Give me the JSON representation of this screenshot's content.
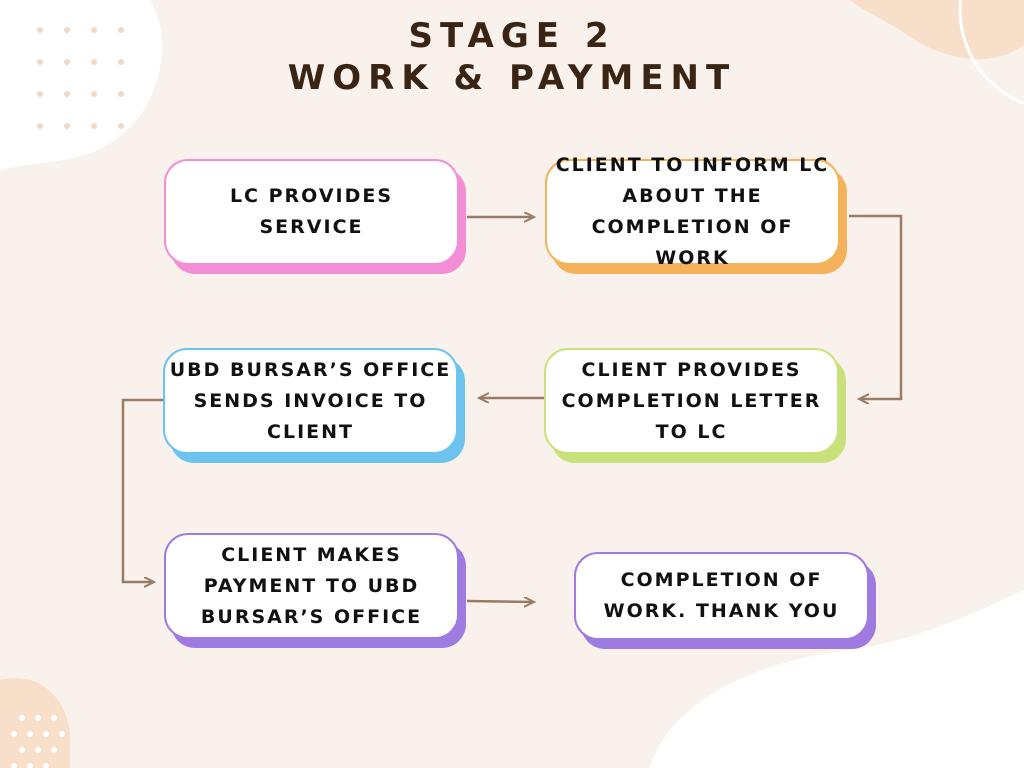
{
  "title": {
    "line1": "STAGE 2",
    "line2": "WORK & PAYMENT"
  },
  "nodes": {
    "lc_provides_service": "LC PROVIDES SERVICE",
    "client_inform_lc": "CLIENT TO INFORM LC ABOUT THE COMPLETION OF WORK",
    "client_completion_letter": "CLIENT PROVIDES COMPLETION LETTER TO LC",
    "bursar_invoice": "UBD BURSAR’S OFFICE SENDS INVOICE TO CLIENT",
    "client_payment": "CLIENT MAKES PAYMENT TO UBD BURSAR’S OFFICE",
    "completion_thanks": "COMPLETION OF WORK. THANK YOU"
  },
  "colors": {
    "background": "#f9f2ec",
    "title": "#3a2413",
    "connector": "#9b7a63",
    "pink": "#f28dd6",
    "orange": "#f4b25a",
    "green": "#c9e17a",
    "blue": "#6cc3ee",
    "purple": "#9f7ae0"
  }
}
